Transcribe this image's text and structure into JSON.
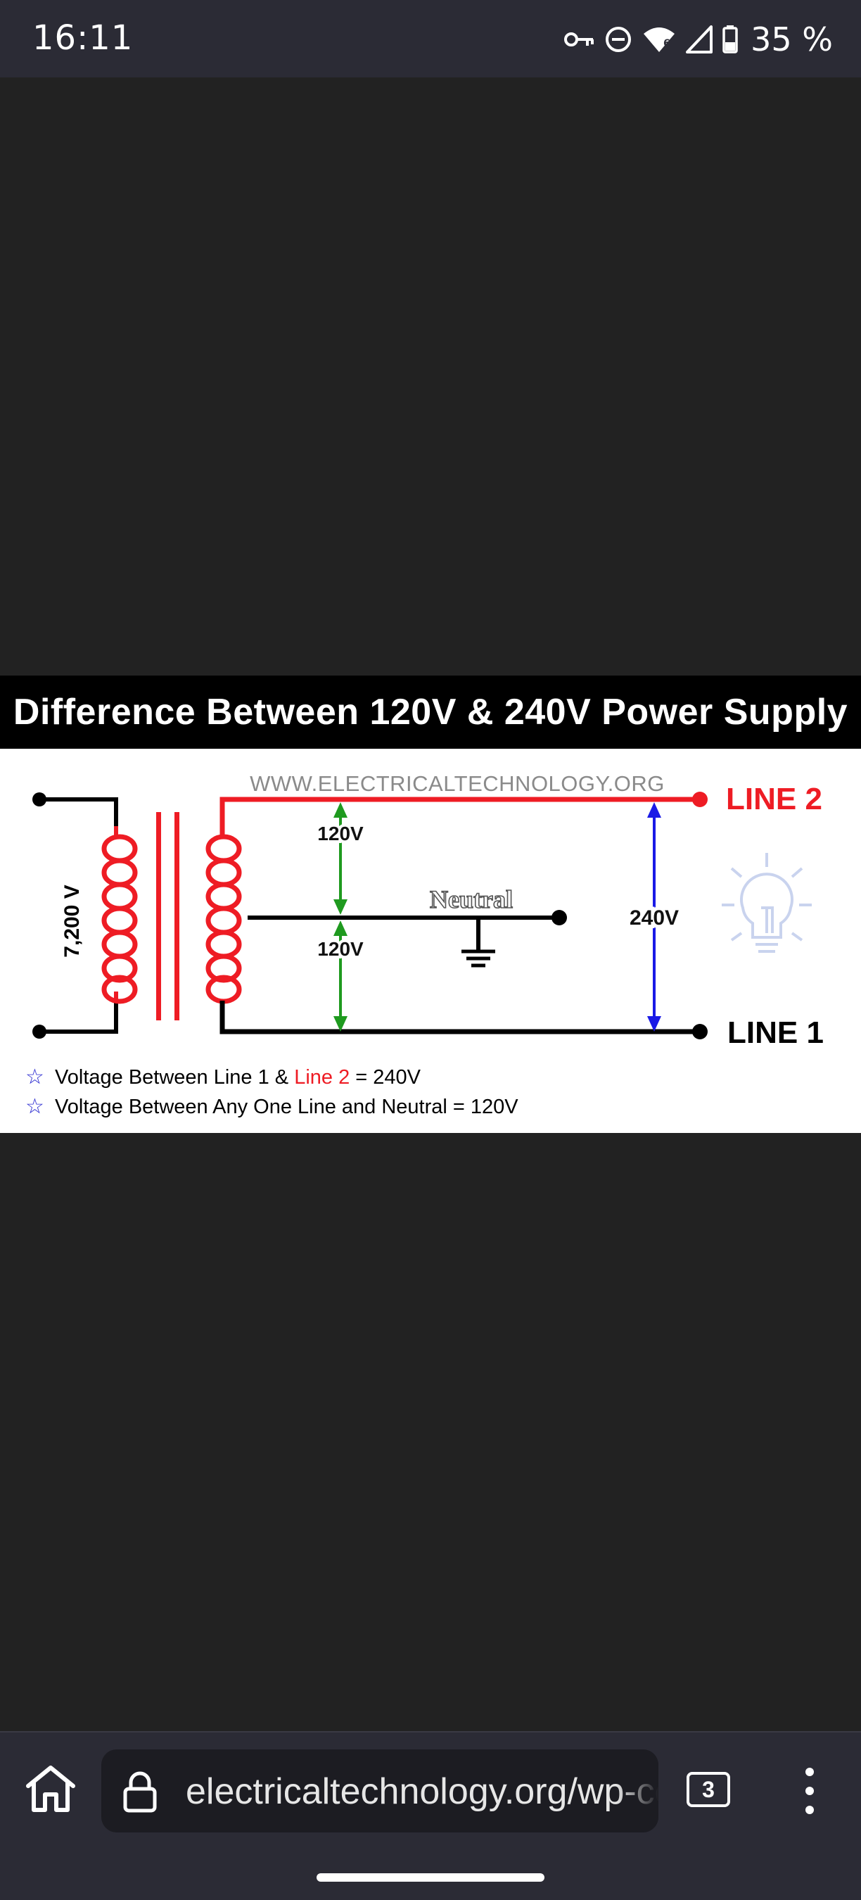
{
  "status_bar": {
    "time": "16:11",
    "battery": "35 %",
    "icons": [
      "vpn-key-icon",
      "do-not-disturb-icon",
      "wifi-icon",
      "signal-icon",
      "battery-icon"
    ]
  },
  "image": {
    "title": "Difference Between 120V & 240V Power Supply",
    "watermark": "WWW.ELECTRICALTECHNOLOGY.ORG",
    "primary_voltage": "7,200 V",
    "line2_label": "LINE 2",
    "line1_label": "LINE 1",
    "neutral_label": "Neutral",
    "upper_voltage": "120V",
    "lower_voltage": "120V",
    "total_voltage": "240V",
    "note1_prefix": "Voltage Between Line 1 & ",
    "note1_highlight": "Line 2",
    "note1_suffix": " = 240V",
    "note2": "Voltage Between Any One Line and Neutral = 120V",
    "colors": {
      "line2": "#ee1c24",
      "arrow_120": "#1f9a1f",
      "arrow_240": "#1a1ae6",
      "star": "#2a2ad0"
    }
  },
  "browser": {
    "url": "electricaltechnology.org/wp-content/uploads",
    "tab_count": "3",
    "icons": [
      "home-icon",
      "lock-icon",
      "tab-switcher-icon",
      "more-vert-icon"
    ]
  }
}
